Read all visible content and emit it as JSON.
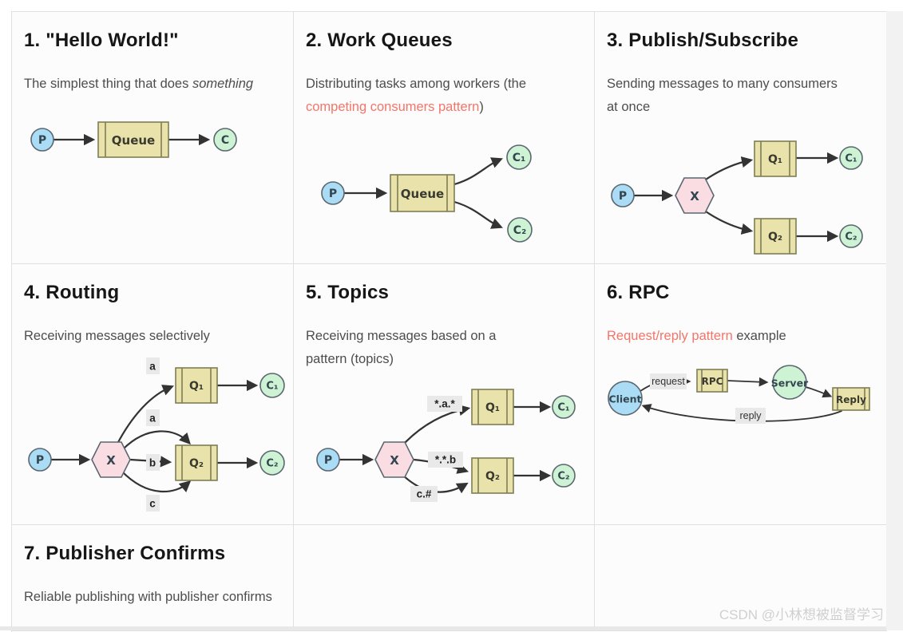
{
  "watermark": "CSDN @小林想被监督学习",
  "colors": {
    "link": "#f4756a",
    "heading": "#161616",
    "body_text": "#4d4d4d",
    "card_border": "#e0e0e0",
    "card_bg": "#fcfcfc",
    "producer_fill": "#aadcf5",
    "consumer_fill": "#cef3d4",
    "queue_fill": "#e9e3ab",
    "exchange_fill": "#f9dde3",
    "node_stroke": "#5b6770",
    "queue_stroke": "#7e7e55",
    "arrow": "#333333",
    "edge_label_bg": "#e9e9e9"
  },
  "cards": {
    "hello": {
      "title": "1. \"Hello World!\"",
      "desc_pre": "The simplest thing that does ",
      "desc_em": "something"
    },
    "work": {
      "title": "2. Work Queues",
      "desc_pre": "Distributing tasks among workers (the ",
      "link": "competing consumers pattern",
      "desc_post": ")"
    },
    "pubsub": {
      "title": "3. Publish/Subscribe",
      "desc": "Sending messages to many consumers at once"
    },
    "routing": {
      "title": "4. Routing",
      "desc": "Receiving messages selectively"
    },
    "topics": {
      "title": "5. Topics",
      "desc": "Receiving messages based on a pattern (topics)"
    },
    "rpc": {
      "title": "6. RPC",
      "link": "Request/reply pattern",
      "desc_post": " example"
    },
    "confirms": {
      "title": "7. Publisher Confirms",
      "desc": "Reliable publishing with publisher confirms"
    }
  },
  "diagrams": {
    "hello": {
      "p": "P",
      "queue": "Queue",
      "c": "C"
    },
    "work": {
      "p": "P",
      "queue": "Queue",
      "c1": "C₁",
      "c2": "C₂"
    },
    "pubsub": {
      "p": "P",
      "x": "X",
      "q1": "Q₁",
      "q2": "Q₂",
      "c1": "C₁",
      "c2": "C₂"
    },
    "routing": {
      "p": "P",
      "x": "X",
      "q1": "Q₁",
      "q2": "Q₂",
      "c1": "C₁",
      "c2": "C₂",
      "key1": "a",
      "key2": "a",
      "key3": "b",
      "key4": "c"
    },
    "topics": {
      "p": "P",
      "x": "X",
      "q1": "Q₁",
      "q2": "Q₂",
      "c1": "C₁",
      "c2": "C₂",
      "key1": "*.a.*",
      "key2": "*.*.b",
      "key3": "c.#"
    },
    "rpc": {
      "client": "Client",
      "queue_request": "RPC",
      "server": "Server",
      "queue_reply": "Reply",
      "key_request": "request",
      "key_reply": "reply"
    }
  }
}
